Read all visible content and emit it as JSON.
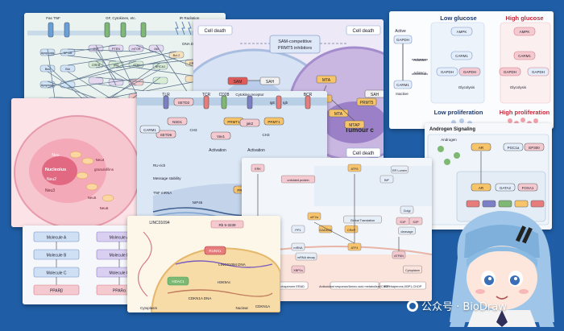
{
  "signal_card": {
    "labels": [
      "Fas",
      "TNF",
      "GF, Cytokines, etc.",
      "IR Radiation",
      "DNA Damage",
      "Apoptosis",
      "NF-kB",
      "JNK",
      "PTEN",
      "mTOR",
      "Akt",
      "Bcl-2",
      "Bax",
      "Bid",
      "CREB",
      "p53",
      "ATM",
      "BRCA1",
      "ERK",
      "IAP"
    ]
  },
  "nucleus_card": {
    "labels": [
      "Neu",
      "Nucleolus",
      "Neu2",
      "Neu3",
      "granulofilins",
      "Neu4",
      "Neu5",
      "Neu6"
    ]
  },
  "sam_card": {
    "cell_death_left": "Cell death",
    "cell_death_right": "Cell death",
    "cell_death_bottom": "Cell death",
    "banner": "SAM-competitive\nPRMT5 inhibitors",
    "labels": [
      "SAM",
      "SAH",
      "Met",
      "PRMT5",
      "MTA",
      "MTAP",
      "SAH",
      "PRMT5",
      "MTA",
      "MTA"
    ],
    "tumour": "Tumour c"
  },
  "glucose_card": {
    "low_glucose": "Low glucose",
    "high_glucose": "High glucose",
    "low_proliferation": "Low proliferation",
    "high_proliferation": "High proliferation",
    "labels": [
      "Active",
      "GAPDH",
      "AdoMet",
      "AdoHcy",
      "CARM1",
      "Inactive",
      "AMPK",
      "CARM1",
      "GAPDH",
      "GAPDH",
      "Glycolysis",
      "AMPK",
      "CARM1",
      "GAPDH",
      "GAPDH",
      "Glycolysis"
    ]
  },
  "immune_card": {
    "labels": [
      "TLR",
      "TCR",
      "CD28",
      "Cytokine receptor",
      "IgE",
      "Igb",
      "BCR",
      "SETD2",
      "NSD1",
      "SETD6",
      "CARM1",
      "PRMT1",
      "PRMT1",
      "jak2",
      "Vav1",
      "Activation",
      "Activation",
      "Activation",
      "RU-rich",
      "Message stability",
      "TNF mRNA",
      "PRMT1",
      "CH3",
      "CH3",
      "CH3",
      "NIP45"
    ]
  },
  "androgen_card": {
    "title": "Androgen Signaling",
    "labels": [
      "Androgen",
      "AR",
      "PGC1a",
      "EP300",
      "AR",
      "GATA2",
      "FOXA1",
      "Nucleus"
    ]
  },
  "er_card": {
    "labels": [
      "ER Lumen",
      "ERK",
      "ATF6",
      "BiP",
      "unfolded protein",
      "Golgi",
      "S1P",
      "S2P",
      "cleavage",
      "eIF2a",
      "PP1",
      "GADD34",
      "CReP",
      "Global Translation",
      "ATF4",
      "ATF6N",
      "Apoptosis",
      "NF-kB pathway",
      "mRNA",
      "mRNA decay",
      "XBP1s",
      "ER chaperone ERAD",
      "Antioxidant response/Amino acid metabolism/CHOP",
      "ER chaperons,XBP1,CHOP",
      "Cytoplasm",
      "Nucleus"
    ]
  },
  "flow_card": {
    "left_boxes": [
      "Molecule A",
      "Molecule B",
      "Molecule C",
      "PPARβ"
    ],
    "right_boxes": [
      "Molecule A",
      "Molecule B",
      "Molecule C",
      "PPARα"
    ]
  },
  "lnc_card": {
    "labels": [
      "LINC01094",
      "Rb 5-3239",
      "RUNX1",
      "LINC01094 DNA",
      "HDAC1",
      "H3K9Ac",
      "CDKN1A DNA",
      "CDKN1A",
      "Cytoplasm",
      "Nuclear"
    ]
  },
  "watermark": "公众号 · BioDraw",
  "colors": {
    "background": "#1f5ea6",
    "pink": "#f4c7cf",
    "purple": "#b9a6d8",
    "lightblue": "#d5e6f5",
    "orange": "#f5c28a",
    "red": "#d94a4a",
    "green": "#7bbf6a"
  }
}
